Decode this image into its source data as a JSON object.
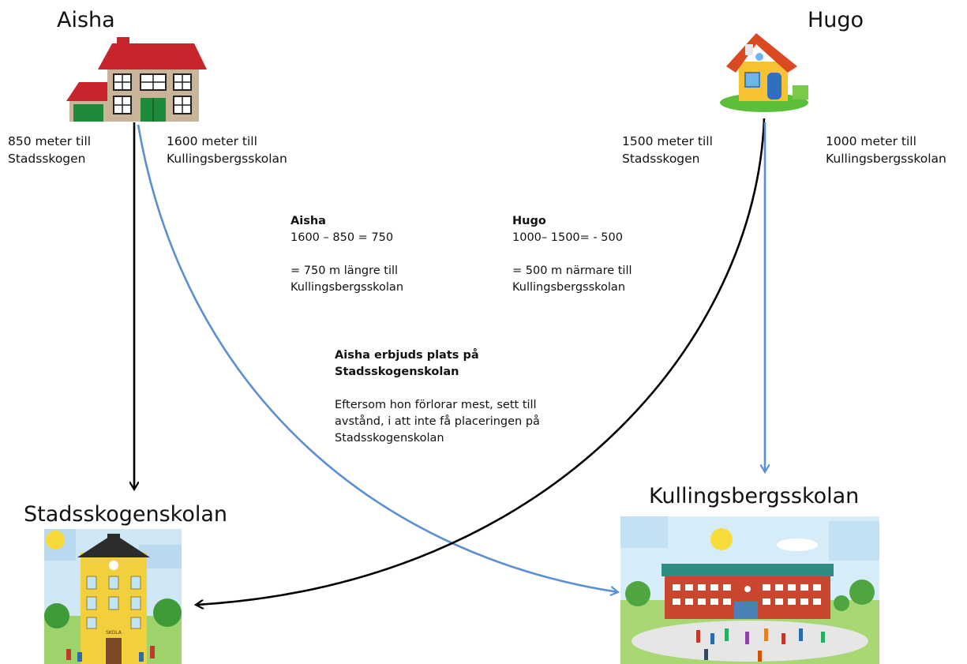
{
  "people": {
    "aisha": {
      "name": "Aisha",
      "dist_forest": "850 meter till\nStadsskogen",
      "dist_kulling": "1600 meter till\nKullingsbergsskolan"
    },
    "hugo": {
      "name": "Hugo",
      "dist_forest": "1500 meter till\nStadsskogen",
      "dist_kulling": "1000 meter till\nKullingsbergsskolan"
    }
  },
  "calc": {
    "aisha": {
      "heading": "Aisha",
      "equation": "1600 – 850 = 750",
      "result": "= 750 m längre till\nKullingsbergsskolan"
    },
    "hugo": {
      "heading": "Hugo",
      "equation": "1000– 1500= - 500",
      "result": "= 500 m närmare till\nKullingsbergsskolan"
    }
  },
  "conclusion": {
    "heading": "Aisha erbjuds plats på\nStadsskogenskolan",
    "body": "Eftersom hon förlorar mest, sett till\navstånd, i att inte få placeringen på\nStadsskogenskolan"
  },
  "schools": {
    "stadsskogen": {
      "name": "Stadsskogenskolan",
      "sign": "SKOLA"
    },
    "kullingsberg": {
      "name": "Kullingsbergsskolan"
    }
  },
  "colors": {
    "blue_arrow": "#5b8fd4",
    "black_arrow": "#000000"
  }
}
